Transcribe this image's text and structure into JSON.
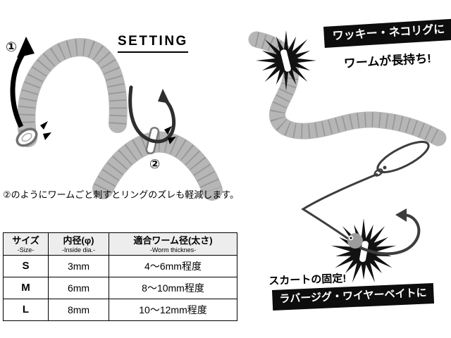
{
  "heading": {
    "title": "SETTING"
  },
  "steps": {
    "one": "①",
    "two": "②"
  },
  "note": "②のようにワームごと刺すとリングのズレも軽減します。",
  "callouts": {
    "wacky_banner": "ワッキー・ネコリグに",
    "wacky_sub": "ワームが長持ち!",
    "skirt_label": "スカートの固定!",
    "jig_banner": "ラバージグ・ワイヤーベイトに"
  },
  "size_table": {
    "headers": [
      {
        "label": "サイズ",
        "sub": "-Size-"
      },
      {
        "label": "内径(φ)",
        "sub": "-Inside dia.-"
      },
      {
        "label": "適合ワーム径(太さ)",
        "sub": "-Worm thicknes-"
      }
    ],
    "rows": [
      {
        "size": "S",
        "dia": "3mm",
        "worm": "4〜6mm程度"
      },
      {
        "size": "M",
        "dia": "6mm",
        "worm": "8〜10mm程度"
      },
      {
        "size": "L",
        "dia": "8mm",
        "worm": "10〜12mm程度"
      }
    ]
  },
  "colors": {
    "worm": "#b6b6b6",
    "banner": "#0d0d0d",
    "spike": "#121212"
  }
}
